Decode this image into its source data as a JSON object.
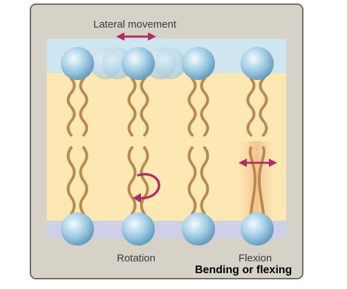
{
  "labels": {
    "lateral_movement": "Lateral movement",
    "rotation": "Rotation",
    "flexion": "Flexion",
    "bending": "Bending or flexing"
  },
  "colors": {
    "frame_bg": "#d6d2c8",
    "frame_border": "#6d6a63",
    "water_top": "#cfe6f0",
    "membrane_core": "#fde7b3",
    "water_bottom": "#cfd0e8",
    "lipid_head": "#8ec1dc",
    "lipid_tail": "#b88a50",
    "arrow": "#b32d63"
  },
  "icons": {
    "lateral_arrow": "double-headed-arrow",
    "rotation_arrow": "circular-arrow",
    "flexion_arrow": "double-headed-arrow"
  }
}
